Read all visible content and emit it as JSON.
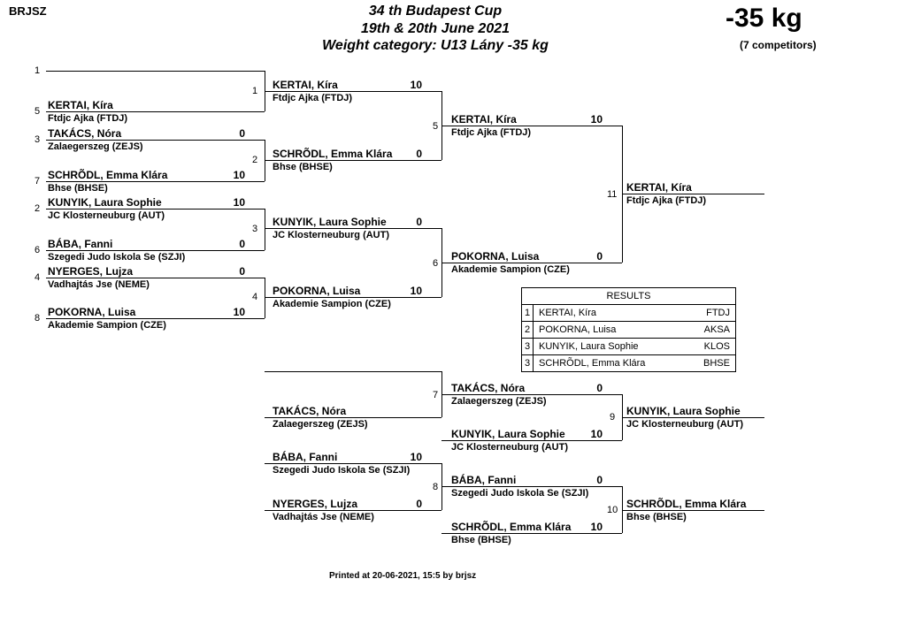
{
  "header": {
    "org": "BRJSZ",
    "title_line1": "34 th Budapest Cup",
    "title_line2": "19th & 20th June 2021",
    "title_line3": "Weight category: U13 Lány -35 kg",
    "weight": "-35 kg",
    "competitors": "(7 competitors)"
  },
  "round1": {
    "seeds": [
      "1",
      "5",
      "3",
      "7",
      "2",
      "6",
      "4",
      "8"
    ],
    "entries": [
      {
        "name": "KERTAI, Kíra",
        "club": "Ftdjc Ajka (FTDJ)",
        "score": ""
      },
      {
        "name": "TAKÁCS, Nóra",
        "club": "Zalaegerszeg (ZEJS)",
        "score": "0"
      },
      {
        "name": "SCHRÕDL, Emma Klára",
        "club": "Bhse (BHSE)",
        "score": "10"
      },
      {
        "name": "KUNYIK, Laura Sophie",
        "club": "JC Klosterneuburg (AUT)",
        "score": "10"
      },
      {
        "name": "BÁBA, Fanni",
        "club": "Szegedi Judo Iskola Se (SZJI)",
        "score": "0"
      },
      {
        "name": "NYERGES, Lujza",
        "club": "Vadhajtás Jse (NEME)",
        "score": "0"
      },
      {
        "name": "POKORNA, Luisa",
        "club": "Akademie Sampion (CZE)",
        "score": "10"
      }
    ]
  },
  "matches": [
    "1",
    "2",
    "3",
    "4",
    "5",
    "6",
    "7",
    "8",
    "9",
    "10",
    "11"
  ],
  "round2": [
    {
      "name": "KERTAI, Kíra",
      "club": "Ftdjc Ajka (FTDJ)",
      "score": "10"
    },
    {
      "name": "SCHRÕDL, Emma Klára",
      "club": "Bhse (BHSE)",
      "score": "0"
    },
    {
      "name": "KUNYIK, Laura Sophie",
      "club": "JC Klosterneuburg (AUT)",
      "score": "0"
    },
    {
      "name": "POKORNA, Luisa",
      "club": "Akademie Sampion (CZE)",
      "score": "10"
    }
  ],
  "semis": [
    {
      "name": "KERTAI, Kíra",
      "club": "Ftdjc Ajka (FTDJ)",
      "score": "10"
    },
    {
      "name": "POKORNA, Luisa",
      "club": "Akademie Sampion (CZE)",
      "score": "0"
    }
  ],
  "final": {
    "name": "KERTAI, Kíra",
    "club": "Ftdjc Ajka (FTDJ)"
  },
  "repechage": {
    "r1": [
      {
        "name": "TAKÁCS, Nóra",
        "club": "Zalaegerszeg (ZEJS)",
        "score": ""
      },
      {
        "name": "BÁBA, Fanni",
        "club": "Szegedi Judo Iskola Se (SZJI)",
        "score": "10"
      },
      {
        "name": "NYERGES, Lujza",
        "club": "Vadhajtás Jse (NEME)",
        "score": "0"
      }
    ],
    "r2": [
      {
        "name": "TAKÁCS, Nóra",
        "club": "Zalaegerszeg (ZEJS)",
        "score": "0"
      },
      {
        "name": "KUNYIK, Laura Sophie",
        "club": "JC Klosterneuburg (AUT)",
        "score": "10"
      },
      {
        "name": "BÁBA, Fanni",
        "club": "Szegedi Judo Iskola Se (SZJI)",
        "score": "0"
      },
      {
        "name": "SCHRÕDL, Emma Klára",
        "club": "Bhse (BHSE)",
        "score": "10"
      }
    ],
    "bronze": [
      {
        "name": "KUNYIK, Laura Sophie",
        "club": "JC Klosterneuburg (AUT)"
      },
      {
        "name": "SCHRÕDL, Emma Klára",
        "club": "Bhse (BHSE)"
      }
    ]
  },
  "results": {
    "title": "RESULTS",
    "rows": [
      {
        "place": "1",
        "name": "KERTAI, Kíra",
        "club": "FTDJ"
      },
      {
        "place": "2",
        "name": "POKORNA, Luisa",
        "club": "AKSA"
      },
      {
        "place": "3",
        "name": "KUNYIK, Laura Sophie",
        "club": "KLOS"
      },
      {
        "place": "3",
        "name": "SCHRÕDL, Emma Klára",
        "club": "BHSE"
      }
    ]
  },
  "footer": "Printed at 20-06-2021, 15:5 by brjsz"
}
